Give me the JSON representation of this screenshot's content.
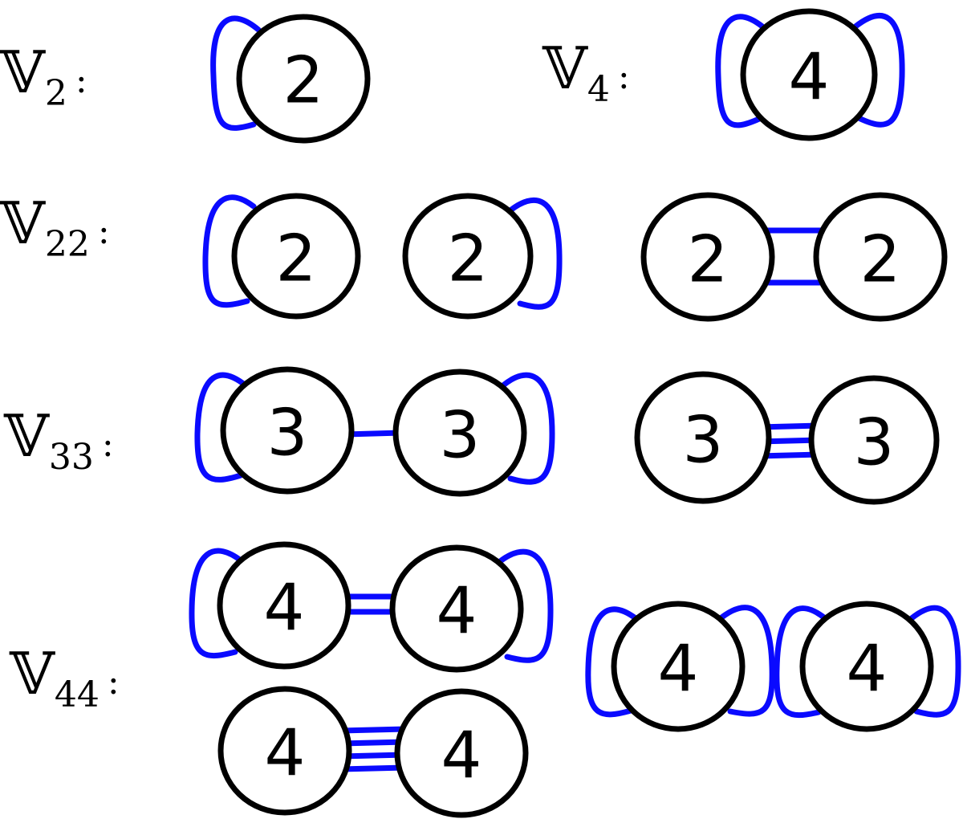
{
  "colors": {
    "edge": "#0a0aff",
    "node_stroke": "#000000"
  },
  "labels": {
    "v2": {
      "symbol": "𝕍",
      "sub": "2",
      "colon": ":"
    },
    "v4": {
      "symbol": "𝕍",
      "sub": "4",
      "colon": ":"
    },
    "v22": {
      "symbol": "𝕍",
      "sub": "22",
      "colon": ":"
    },
    "v33": {
      "symbol": "𝕍",
      "sub": "33",
      "colon": ":"
    },
    "v44": {
      "symbol": "𝕍",
      "sub": "44",
      "colon": ":"
    }
  },
  "diagrams": [
    {
      "id": "v2-a",
      "nodes": [
        "2"
      ],
      "self_loops": [
        1
      ],
      "links": 0
    },
    {
      "id": "v4-a",
      "nodes": [
        "4"
      ],
      "self_loops": [
        2
      ],
      "links": 0
    },
    {
      "id": "v22-a",
      "nodes": [
        "2",
        "2"
      ],
      "self_loops": [
        1,
        1
      ],
      "links": 0
    },
    {
      "id": "v22-b",
      "nodes": [
        "2",
        "2"
      ],
      "self_loops": [
        0,
        0
      ],
      "links": 2
    },
    {
      "id": "v33-a",
      "nodes": [
        "3",
        "3"
      ],
      "self_loops": [
        1,
        1
      ],
      "links": 1
    },
    {
      "id": "v33-b",
      "nodes": [
        "3",
        "3"
      ],
      "self_loops": [
        0,
        0
      ],
      "links": 3
    },
    {
      "id": "v44-a",
      "nodes": [
        "4",
        "4"
      ],
      "self_loops": [
        1,
        1
      ],
      "links": 2
    },
    {
      "id": "v44-b",
      "nodes": [
        "4",
        "4"
      ],
      "self_loops": [
        0,
        0
      ],
      "links": 4
    },
    {
      "id": "v44-c",
      "nodes": [
        "4",
        "4"
      ],
      "self_loops": [
        2,
        2
      ],
      "links": 0
    }
  ]
}
